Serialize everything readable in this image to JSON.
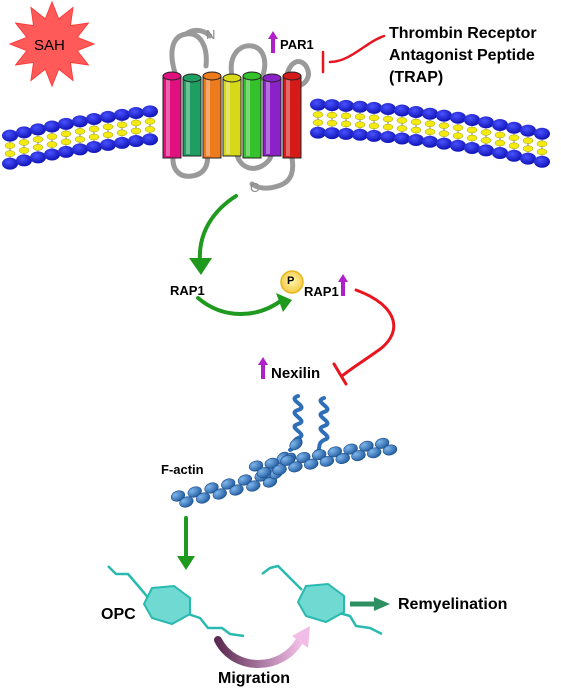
{
  "trigger": {
    "label": "SAH"
  },
  "receptor": {
    "name": "PAR1",
    "n_terminus": "N",
    "c_terminus": "C",
    "helix_colors": [
      "#e0117f",
      "#1f9e62",
      "#ee7a1e",
      "#d8d81a",
      "#36c22c",
      "#8a22c8",
      "#d51a1a"
    ]
  },
  "inhibitor": {
    "lines": [
      "Thrombin Receptor",
      "Antagonist Peptide",
      "(TRAP)"
    ]
  },
  "pathway": {
    "rap1": "RAP1",
    "phospho_mark": "P",
    "rap1_phospho": "RAP1",
    "nexilin": "Nexilin",
    "factin": "F-actin",
    "opc": "OPC",
    "migration": "Migration",
    "outcome": "Remyelination"
  },
  "colors": {
    "activation": "#1f9a1f",
    "inhibition": "#e8141e",
    "upregulation": "#b020c8",
    "membrane_head": "#0b0fd0",
    "membrane_tail": "#f2ea10",
    "actin": "#2f6fb8",
    "opc_body": "#6fd9d2",
    "opc_outline": "#2ab9b0",
    "outcome_arrow": "#2e8f63"
  },
  "icons": [
    "up-arrow-icon",
    "inhibition-bar-icon",
    "phosphate-icon",
    "activation-arrow-icon",
    "burst-icon"
  ]
}
